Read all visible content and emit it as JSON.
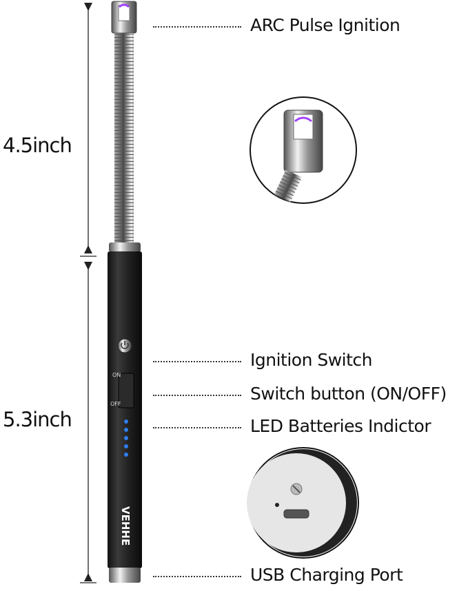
{
  "dimensions": {
    "upper_length": "4.5inch",
    "lower_length": "5.3inch"
  },
  "callouts": [
    "ARC Pulse Ignition",
    "Ignition Switch",
    "Switch button (ON/OFF)",
    "LED Batteries Indictor",
    "USB Charging Port"
  ],
  "device": {
    "brand": "VEHHE",
    "switch_on_label": "ON",
    "switch_off_label": "OFF",
    "battery_led_count": 5,
    "led_color": "#2f7ef0",
    "arc_color": "#a040ff"
  }
}
